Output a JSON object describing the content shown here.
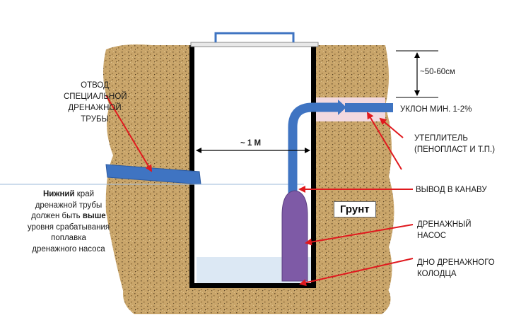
{
  "labels": {
    "drain_outlet": [
      "ОТВОД",
      "СПЕЦИАЛЬНОЙ",
      "ДРЕНАЖНОЙ",
      "ТРУБЫ"
    ],
    "depth": "~50-60см",
    "slope": "УКЛОН МИН. 1-2%",
    "insulation": [
      "УТЕПЛИТЕЛЬ",
      "(ПЕНОПЛАСТ И Т.П.)"
    ],
    "width": "~ 1 М",
    "ditch_outlet": "ВЫВОД В КАНАВУ",
    "soil": "Грунт",
    "pump": [
      "ДРЕНАЖНЫЙ",
      "НАСОС"
    ],
    "bottom": [
      "ДНО ДРЕНАЖНОГО",
      "КОЛОДЦА"
    ]
  },
  "note": {
    "line1_bold": "Нижний",
    "line1_rest": " край",
    "line2": "дренажной трубы",
    "line3_start": "должен быть ",
    "line3_bold": "выше",
    "line4": "уровня срабатывания",
    "line5": "поплавка",
    "line6": "дренажного насоса"
  },
  "colors": {
    "soil": "#c9a56a",
    "soil_speck": "#6f5530",
    "pipe": "#3f74c2",
    "pump": "#7e5aa6",
    "water": "#dce8f4",
    "insulation": "#f2d9df",
    "arrow": "#e0191e",
    "wall": "#000000"
  },
  "icons": {
    "arrow": "red-pointer-arrow",
    "dimension": "dimension-arrow"
  }
}
